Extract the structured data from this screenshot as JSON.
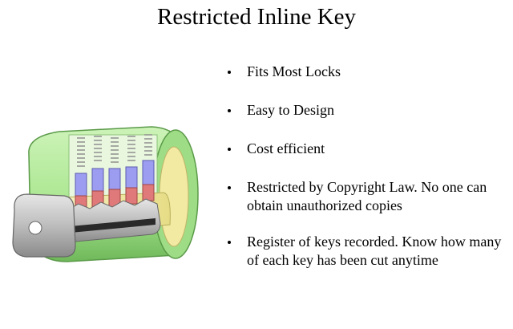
{
  "slide": {
    "title": "Restricted Inline Key"
  },
  "bullets": [
    {
      "text": "Fits Most Locks"
    },
    {
      "text": "Easy to Design"
    },
    {
      "text": "Cost efficient"
    },
    {
      "text": "Restricted by Copyright Law. No one can obtain unauthorized copies"
    },
    {
      "text": "Register of keys recorded. Know how many of each key has been cut anytime"
    }
  ],
  "illustration": {
    "icon": "lock-cylinder-cutaway-icon",
    "colors": {
      "housing": "#a8e68e",
      "housing_dark": "#6fb85a",
      "plug": "#f2eaa3",
      "spring": "#d9d9d9",
      "driver_pin": "#9c9cf0",
      "key_pin": "#e07a7a",
      "key": "#bdbdbd"
    }
  }
}
